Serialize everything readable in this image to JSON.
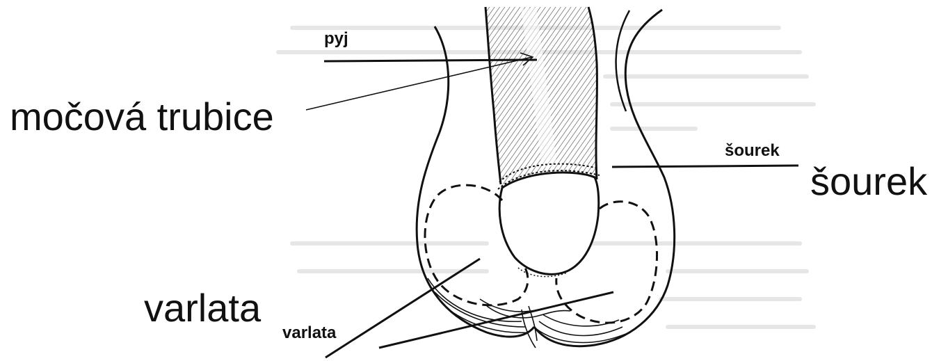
{
  "diagram": {
    "labels_original": {
      "penis": "pyj",
      "scrotum": "šourek",
      "testes": "varlata"
    },
    "labels_overlay": {
      "urethra": "močová trubice",
      "scrotum": "šourek",
      "testes": "varlata"
    }
  },
  "colors": {
    "background": "#ffffff",
    "ink": "#111111",
    "ghost_text": "#e4e4e4"
  }
}
